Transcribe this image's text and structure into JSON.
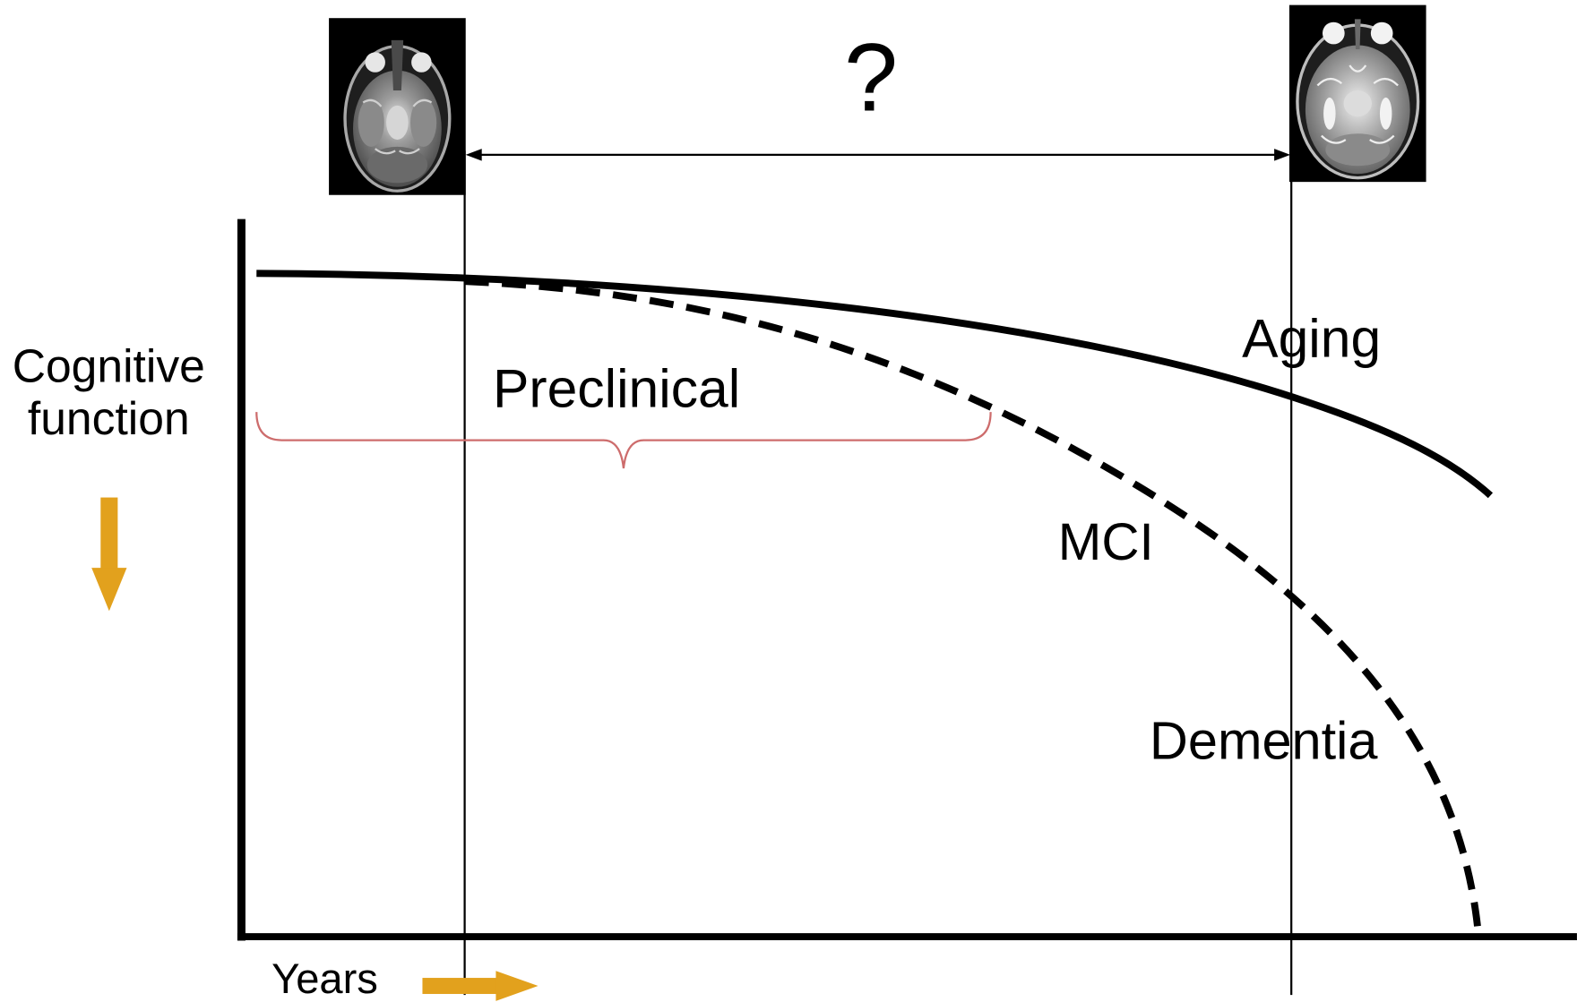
{
  "header": {
    "question_mark": "?"
  },
  "scans": {
    "left": {
      "icon": "brain-mri-icon"
    },
    "right": {
      "icon": "brain-mri-icon"
    },
    "interval_arrow_icon": "double-headed-arrow-icon"
  },
  "axes": {
    "y_label_line1": "Cognitive",
    "y_label_line2": "function",
    "y_arrow_icon": "arrow-down-icon",
    "x_label": "Years",
    "x_arrow_icon": "arrow-right-icon"
  },
  "labels": {
    "aging": "Aging",
    "preclinical": "Preclinical",
    "mci": "MCI",
    "dementia": "Dementia"
  },
  "colors": {
    "background": "#FFFFFF",
    "axes": "#000000",
    "curves": "#000000",
    "time_markers": "#000000",
    "axis_arrows": "#E2A11D",
    "preclinical_brace": "#CD6C6C"
  }
}
